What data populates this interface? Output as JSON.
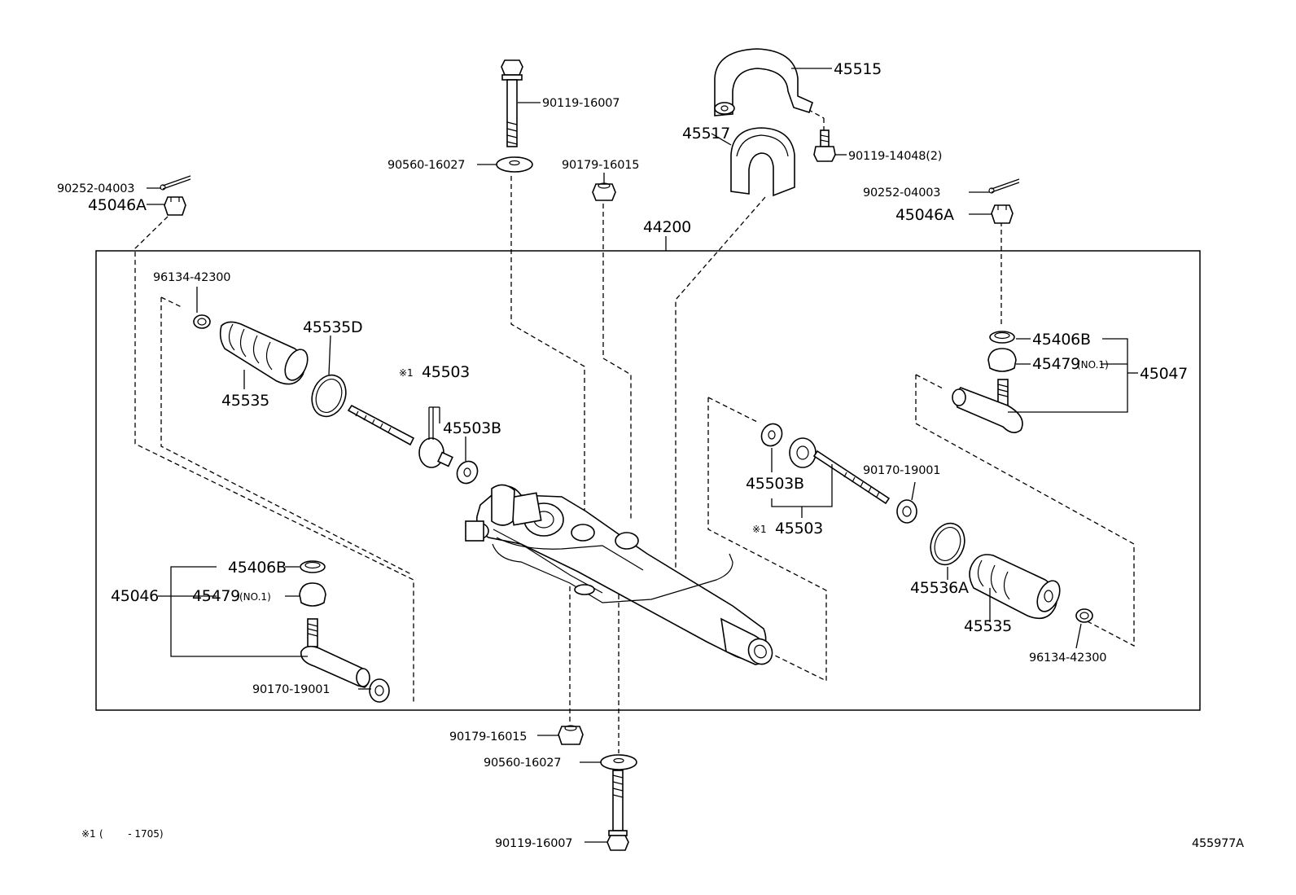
{
  "diagram_id": "455977A",
  "footnote": {
    "mark": "※1",
    "range": "(        - 1705)"
  },
  "parts": {
    "p90119_16007_top": "90119-16007",
    "p90560_16027_top": "90560-16027",
    "p90179_16015_top": "90179-16015",
    "p45515": "45515",
    "p45517": "45517",
    "p90119_14048": "90119-14048(2)",
    "p90252_left": "90252-04003",
    "p45046A_left": "45046A",
    "p90252_right": "90252-04003",
    "p45046A_right": "45046A",
    "p44200": "44200",
    "p96134_left": "96134-42300",
    "p45535D": "45535D",
    "p45535_left": "45535",
    "p45503_left_mark": "※1",
    "p45503_left": "45503",
    "p45503B_left": "45503B",
    "p45406B_right": "45406B",
    "p45479_right": "45479",
    "p45479_right_sub": "(NO.1)",
    "p45047": "45047",
    "p45503B_right": "45503B",
    "p45503_right_mark": "※1",
    "p45503_right": "45503",
    "p90170_right": "90170-19001",
    "p45536A": "45536A",
    "p45535_right": "45535",
    "p96134_right": "96134-42300",
    "p45406B_left": "45406B",
    "p45046": "45046",
    "p45479_left": "45479",
    "p45479_left_sub": "(NO.1)",
    "p90170_left": "90170-19001",
    "p90179_16015_bot": "90179-16015",
    "p90560_16027_bot": "90560-16027",
    "p90119_16007_bot": "90119-16007"
  }
}
